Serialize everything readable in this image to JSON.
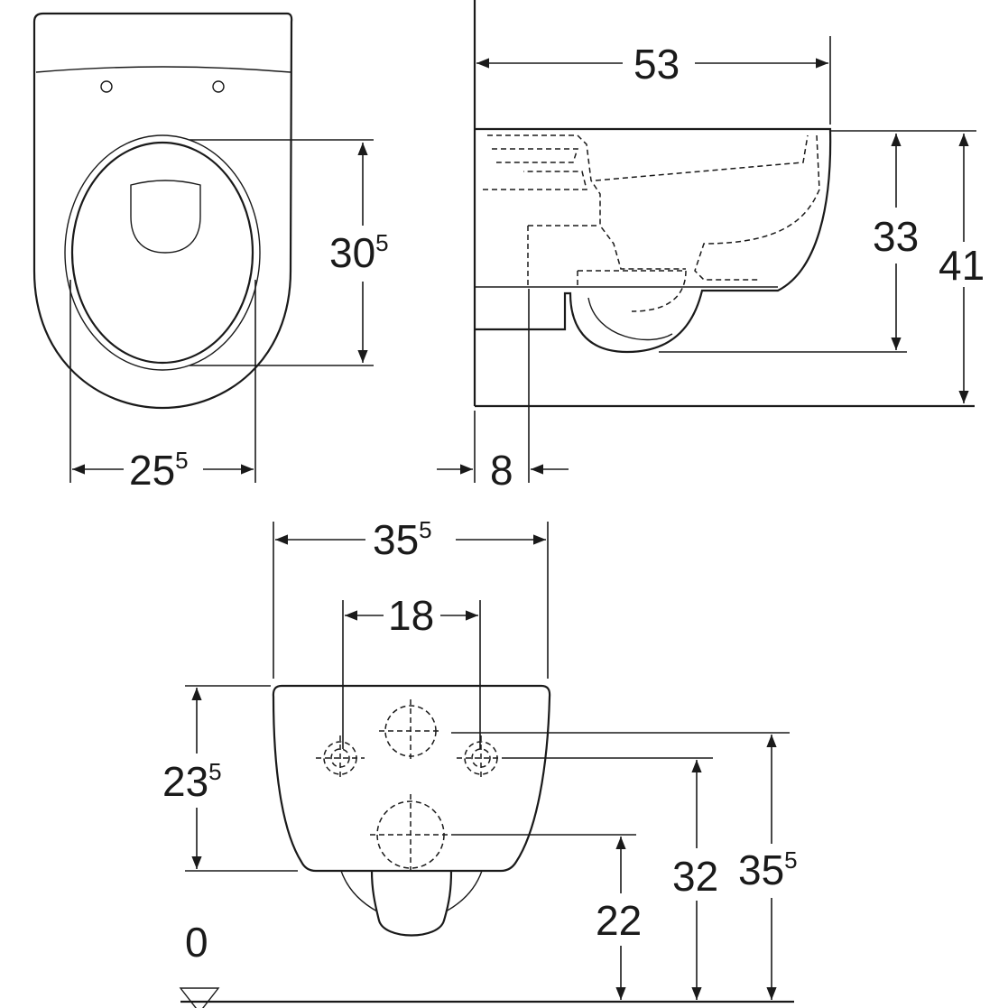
{
  "drawing": {
    "top_view": {
      "seat_length": {
        "value": "30",
        "sup": "5"
      },
      "seat_width": {
        "value": "25",
        "sup": "5"
      }
    },
    "side_view": {
      "depth": {
        "value": "53"
      },
      "bowl_height": {
        "value": "33"
      },
      "total_height": {
        "value": "41"
      },
      "wall_offset": {
        "value": "8"
      }
    },
    "rear_view": {
      "total_width": {
        "value": "35",
        "sup": "5"
      },
      "bolt_spacing": {
        "value": "18"
      },
      "body_height": {
        "value": "23",
        "sup": "5"
      },
      "outlet_height": {
        "value": "22"
      },
      "bolt_height": {
        "value": "32"
      },
      "top_height": {
        "value": "35",
        "sup": "5"
      },
      "floor_level": {
        "value": "0"
      }
    }
  }
}
